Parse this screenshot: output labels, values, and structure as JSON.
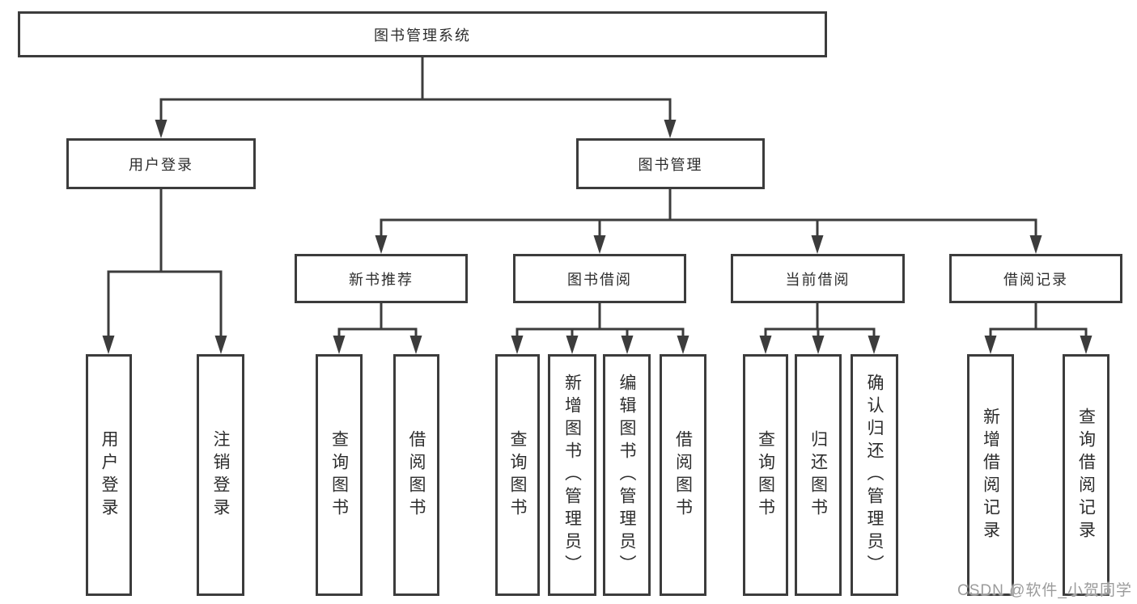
{
  "tree": {
    "root": {
      "label": "图书管理系统"
    },
    "branches": [
      {
        "label": "用户登录",
        "children": [
          {
            "label": "用户登录"
          },
          {
            "label": "注销登录"
          }
        ]
      },
      {
        "label": "图书管理",
        "sections": [
          {
            "label": "新书推荐",
            "children": [
              {
                "label": "查询图书"
              },
              {
                "label": "借阅图书"
              }
            ]
          },
          {
            "label": "图书借阅",
            "children": [
              {
                "label": "查询图书"
              },
              {
                "label": "新增图书（管理员）"
              },
              {
                "label": "编辑图书（管理员）"
              },
              {
                "label": "借阅图书"
              }
            ]
          },
          {
            "label": "当前借阅",
            "children": [
              {
                "label": "查询图书"
              },
              {
                "label": "归还图书"
              },
              {
                "label": "确认归还（管理员）"
              }
            ]
          },
          {
            "label": "借阅记录",
            "children": [
              {
                "label": "新增借阅记录"
              },
              {
                "label": "查询借阅记录"
              }
            ]
          }
        ]
      }
    ]
  },
  "watermark": {
    "text": "CSDN @软件_小贺同学"
  },
  "colors": {
    "line": "#3c3c3c",
    "text": "#2d2d2d",
    "background": "#ffffff",
    "watermark": "#9b9b9b"
  }
}
